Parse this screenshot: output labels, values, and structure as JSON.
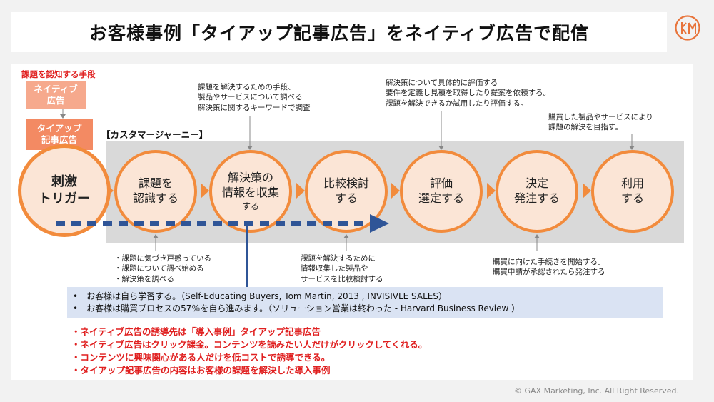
{
  "title": "お客様事例「タイアップ記事広告」をネイティブ広告で配信",
  "left_tags": {
    "means_label": "課題を認知する手段",
    "native_line1": "ネイティブ",
    "native_line2": "広告",
    "tieup_line1": "タイアップ",
    "tieup_line2": "記事広告"
  },
  "journey_label": "【カスタマージャーニー】",
  "stages": [
    {
      "line1": "刺激",
      "line2": "トリガー",
      "line3": ""
    },
    {
      "line1": "課題を",
      "line2": "認識する",
      "line3": ""
    },
    {
      "line1": "解決策の",
      "line2": "情報を収集",
      "line3": "する"
    },
    {
      "line1": "比較検討",
      "line2": "する",
      "line3": ""
    },
    {
      "line1": "評価",
      "line2": "選定する",
      "line3": ""
    },
    {
      "line1": "決定",
      "line2": "発注する",
      "line3": ""
    },
    {
      "line1": "利用",
      "line2": "する",
      "line3": ""
    }
  ],
  "notes": {
    "collect": [
      "課題を解決するための手段、",
      "製品やサービスについて調べる",
      "解決策に関するキーワードで調査"
    ],
    "evaluate": [
      "解決策について具体的に評価する",
      "要件を定義し見積を取得したり提案を依頼する。",
      "課題を解決できるか試用したり評価する。"
    ],
    "use": [
      "購買した製品やサービスにより",
      "課題の解決を目指す。"
    ],
    "recognize": [
      "・課題に気づき戸惑っている",
      "・課題について調べ始める",
      "・解決策を調べる"
    ],
    "compare": [
      "課題を解決するために",
      "情報収集した製品や",
      "サービスを比較検討する"
    ],
    "decide": [
      "購買に向けた手続きを開始する。",
      "購買申請が承認されたら発注する"
    ]
  },
  "info_lines": [
    "•　お客様は自ら学習する。（Self-Educating Buyers, Tom Martin, 2013 , INVISIVLE SALES）",
    "•　お客様は購買プロセスの57％を自ら進みます。（ソリューション営業は終わった - Harvard Business Review ）"
  ],
  "red_points": [
    "・ネイティブ広告の誘導先は「導入事例」タイアップ記事広告",
    "・ネイティブ広告はクリック課金。コンテンツを読みたい人だけがクリックしてくれる。",
    "・コンテンツに興味関心がある人だけを低コストで誘導できる。",
    "・タイアップ記事広告の内容はお客様の課題を解決した導入事例"
  ],
  "copyright": "© GAX Marketing, Inc. All Right Reserved.",
  "colors": {
    "accent_orange": "#f28b3c",
    "circle_fill": "#fbe5d6",
    "dashed_arrow": "#2f5597",
    "alert_red": "#e02020",
    "info_bg": "#dae3f3"
  }
}
